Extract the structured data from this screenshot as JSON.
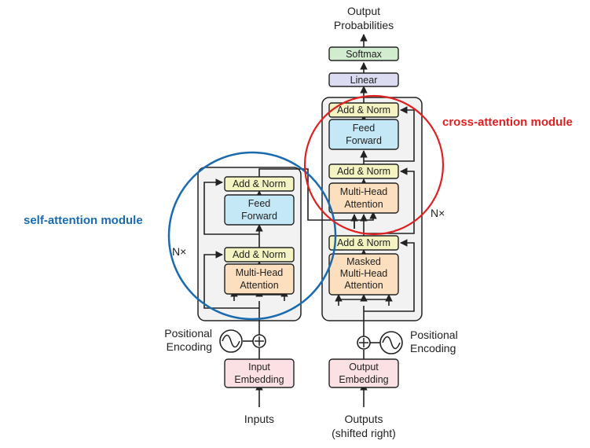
{
  "output": {
    "line1": "Output",
    "line2": "Probabilities"
  },
  "decoder": {
    "softmax": "Softmax",
    "linear": "Linear",
    "add_norm_top": "Add & Norm",
    "ff_line1": "Feed",
    "ff_line2": "Forward",
    "add_norm_mid": "Add & Norm",
    "mha_line1": "Multi-Head",
    "mha_line2": "Attention",
    "add_norm_bottom": "Add & Norm",
    "masked_line1": "Masked",
    "masked_line2": "Multi-Head",
    "masked_line3": "Attention",
    "repeat": "N×"
  },
  "encoder": {
    "add_norm_top": "Add & Norm",
    "ff_line1": "Feed",
    "ff_line2": "Forward",
    "add_norm_bottom": "Add & Norm",
    "mha_line1": "Multi-Head",
    "mha_line2": "Attention",
    "repeat": "N×"
  },
  "positional_left": {
    "line1": "Positional",
    "line2": "Encoding"
  },
  "positional_right": {
    "line1": "Positional",
    "line2": "Encoding"
  },
  "input_embedding": {
    "line1": "Input",
    "line2": "Embedding"
  },
  "output_embedding": {
    "line1": "Output",
    "line2": "Embedding"
  },
  "inputs": "Inputs",
  "outputs": {
    "line1": "Outputs",
    "line2": "(shifted right)"
  },
  "annotations": {
    "self_attention": "self-attention module",
    "cross_attention": "cross-attention module"
  },
  "colors": {
    "self_attention": "#1a6ab0",
    "cross_attention": "#e02020",
    "add_norm": "#f3f4c1",
    "feed_forward": "#c5e8f7",
    "attention": "#fbdfbf",
    "embedding": "#fbe1e4",
    "softmax": "#d2ecd0",
    "linear": "#dbdcf2",
    "stack_bg": "#f2f2f2"
  }
}
